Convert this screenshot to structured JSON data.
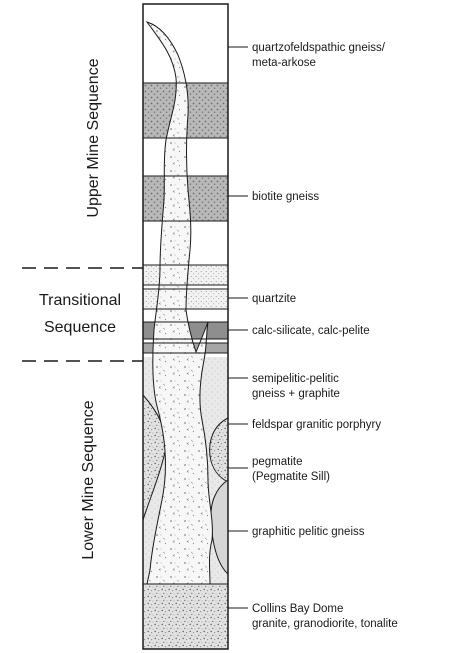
{
  "sequences": {
    "upper": "Upper Mine Sequence",
    "transitional_line1": "Transitional",
    "transitional_line2": "Sequence",
    "lower": "Lower Mine Sequence"
  },
  "units": {
    "quartzofeldspathic_line1": "quartzofeldspathic gneiss/",
    "quartzofeldspathic_line2": "meta-arkose",
    "biotite_gneiss": "biotite gneiss",
    "quartzite": "quartzite",
    "calc_silicate": "calc-silicate, calc-pelite",
    "semipelitic_line1": "semipelitic-pelitic",
    "semipelitic_line2": "gneiss + graphite",
    "feldspar_porphyry": "feldspar granitic porphyry",
    "pegmatite_line1": "pegmatite",
    "pegmatite_line2": "(Pegmatite Sill)",
    "graphitic_pelitic": "graphitic pelitic gneiss",
    "collins_line1": "Collins Bay Dome",
    "collins_line2": "granite, granodiorite, tonalite"
  },
  "colors": {
    "outline": "#1a1a1a",
    "biotite_fill": "#b8b8b8",
    "calc_silicate_fill": "#8e8e8e",
    "graphitic_fill": "#d6d6d6",
    "granite_fill": "#e4e4e4"
  }
}
